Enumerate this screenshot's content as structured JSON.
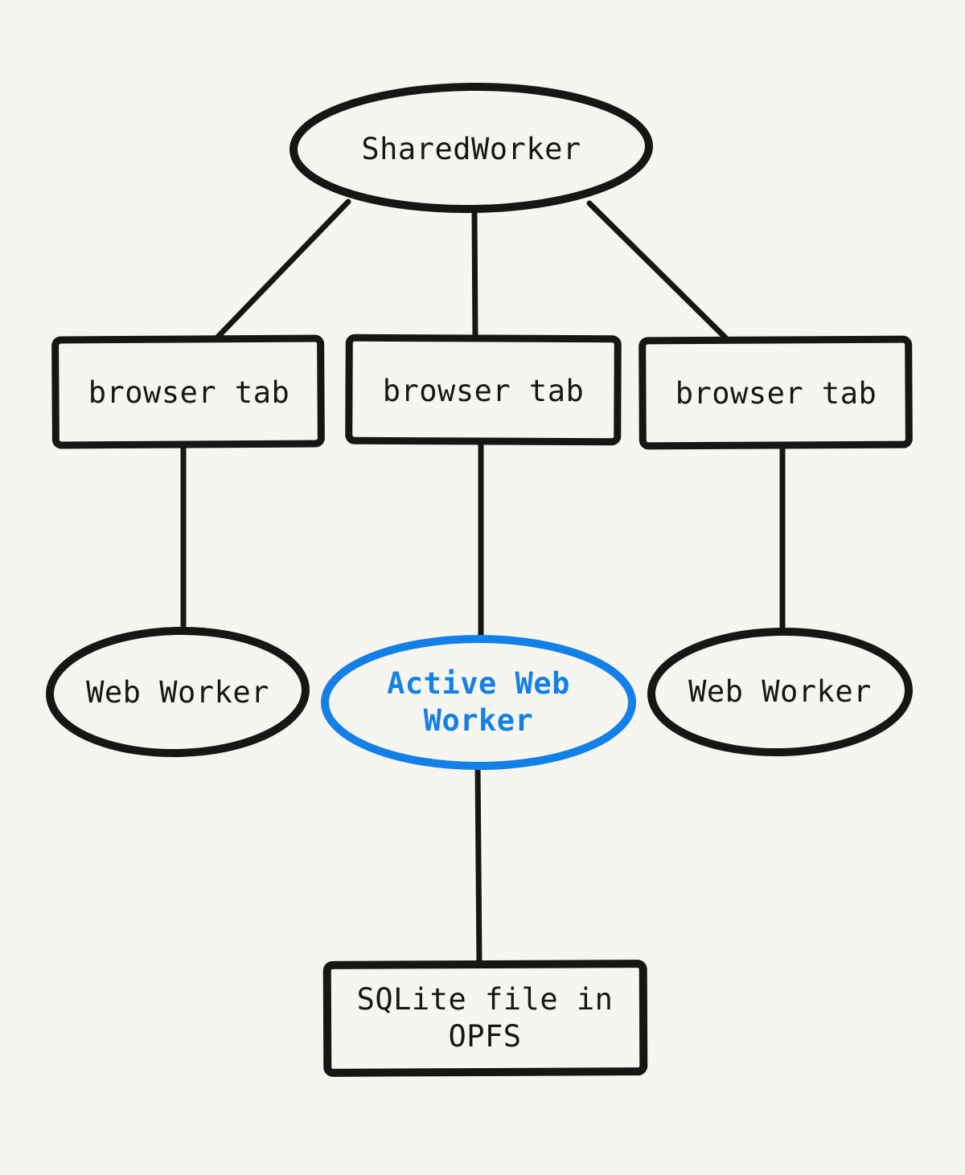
{
  "diagram": {
    "background_color": "#f7f5f0",
    "ink_color": "#161616",
    "accent_color": "#1380e8",
    "nodes": {
      "shared_worker": {
        "label": "SharedWorker",
        "shape": "ellipse",
        "highlighted": false
      },
      "browser_tab_1": {
        "label": "browser tab",
        "shape": "rectangle",
        "highlighted": false
      },
      "browser_tab_2": {
        "label": "browser tab",
        "shape": "rectangle",
        "highlighted": false
      },
      "browser_tab_3": {
        "label": "browser tab",
        "shape": "rectangle",
        "highlighted": false
      },
      "web_worker_left": {
        "label": "Web Worker",
        "shape": "ellipse",
        "highlighted": false
      },
      "active_web_worker": {
        "label": "Active Web Worker",
        "shape": "ellipse",
        "highlighted": true
      },
      "web_worker_right": {
        "label": "Web Worker",
        "shape": "ellipse",
        "highlighted": false
      },
      "sqlite_file": {
        "label": "SQLite file in OPFS",
        "shape": "rectangle",
        "highlighted": false
      }
    },
    "edges": [
      {
        "from": "shared_worker",
        "to": "browser_tab_1"
      },
      {
        "from": "shared_worker",
        "to": "browser_tab_2"
      },
      {
        "from": "shared_worker",
        "to": "browser_tab_3"
      },
      {
        "from": "browser_tab_1",
        "to": "web_worker_left"
      },
      {
        "from": "browser_tab_2",
        "to": "active_web_worker"
      },
      {
        "from": "browser_tab_3",
        "to": "web_worker_right"
      },
      {
        "from": "active_web_worker",
        "to": "sqlite_file"
      }
    ]
  }
}
